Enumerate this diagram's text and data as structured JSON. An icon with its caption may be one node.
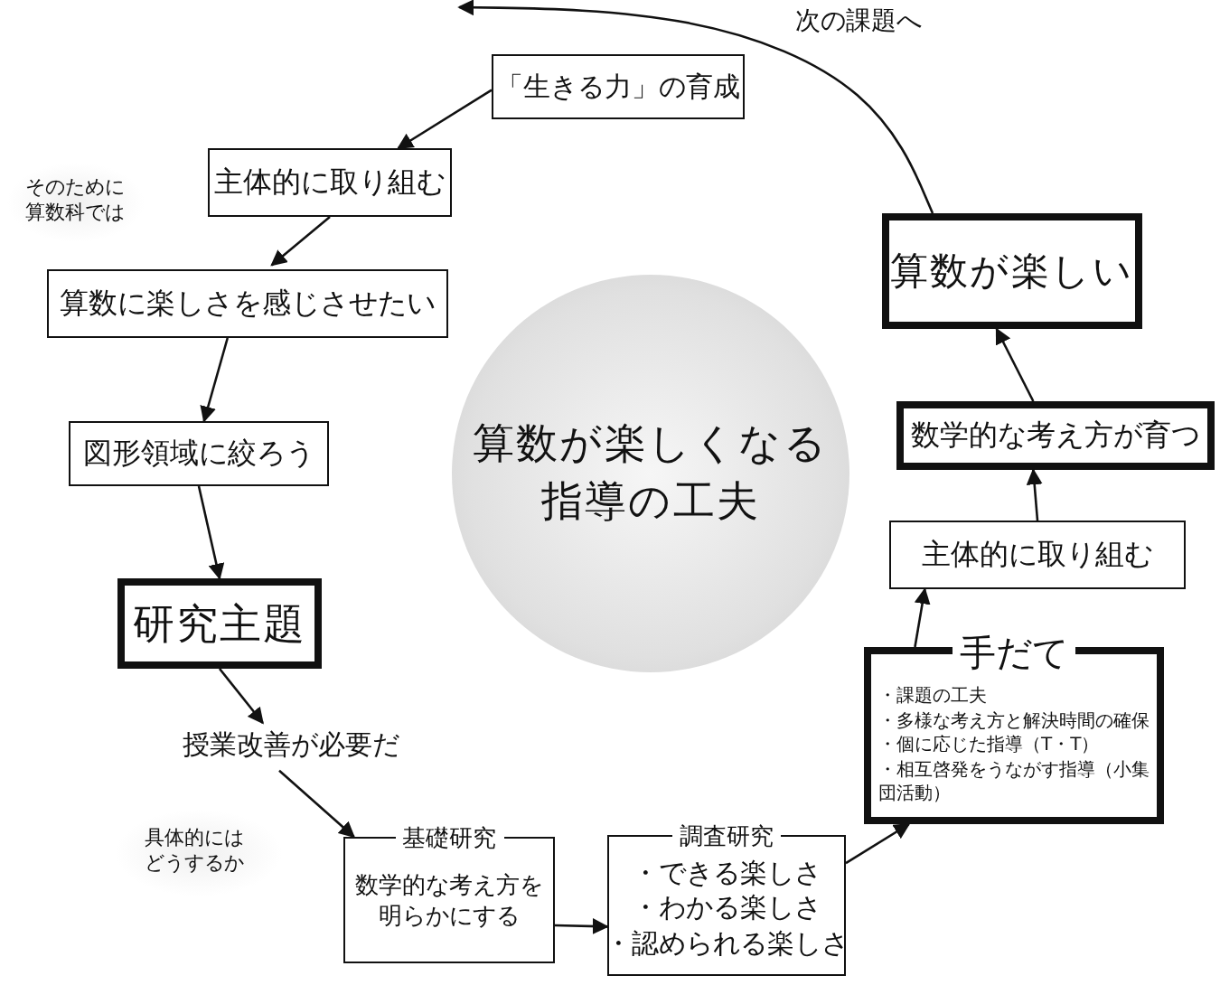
{
  "diagram": {
    "nodes": [
      {
        "text": [
          "「生きる力」の育成"
        ]
      },
      {
        "text": [
          "主体的に取り組む"
        ]
      },
      {
        "text": [
          "算数に楽しさを感じさせたい"
        ]
      },
      {
        "text": [
          "図形領域に絞ろう"
        ]
      },
      {
        "text": [
          "研究主題"
        ]
      },
      {
        "text": [
          "授業改善が必要だ"
        ]
      },
      {
        "text": [
          "基礎研究",
          "数学的な考え方を明らかにする"
        ]
      },
      {
        "text": [
          "調査研究",
          "・できる楽しさ",
          "・わかる楽しさ",
          "・認められる楽しさ"
        ]
      },
      {
        "text": [
          "手だて",
          "・課題の工夫",
          "・多様な考え方と解決時間の確保",
          "・個に応じた指導（T・T）",
          "・相互啓発をうながす指導（小集団活動）"
        ]
      },
      {
        "text": [
          "主体的に取り組む"
        ]
      },
      {
        "text": [
          "数学的な考え方が育つ"
        ]
      },
      {
        "text": [
          "算数が楽しい"
        ]
      },
      {
        "text": [
          "算数が楽しくなる指導の工夫"
        ]
      }
    ],
    "edges": [
      {
        "from": 0,
        "to": 1,
        "arrow": "to"
      },
      {
        "from": 1,
        "to": 2,
        "arrow": "to"
      },
      {
        "from": 2,
        "to": 3,
        "arrow": "to"
      },
      {
        "from": 3,
        "to": 4,
        "arrow": "to"
      },
      {
        "from": 4,
        "to": 5,
        "arrow": "to"
      },
      {
        "from": 5,
        "to": 6,
        "arrow": "to"
      },
      {
        "from": 6,
        "to": 7,
        "arrow": "to"
      },
      {
        "from": 7,
        "to": 8,
        "arrow": "to"
      },
      {
        "from": 8,
        "to": 9,
        "arrow": "to"
      },
      {
        "from": 9,
        "to": 10,
        "arrow": "to"
      },
      {
        "from": 10,
        "to": 11,
        "arrow": "to"
      },
      {
        "from": 11,
        "to": null,
        "arrow": "to"
      }
    ],
    "labels": [
      "次の課題へ",
      "そのために算数科では",
      "具体的にはどうするか"
    ]
  }
}
